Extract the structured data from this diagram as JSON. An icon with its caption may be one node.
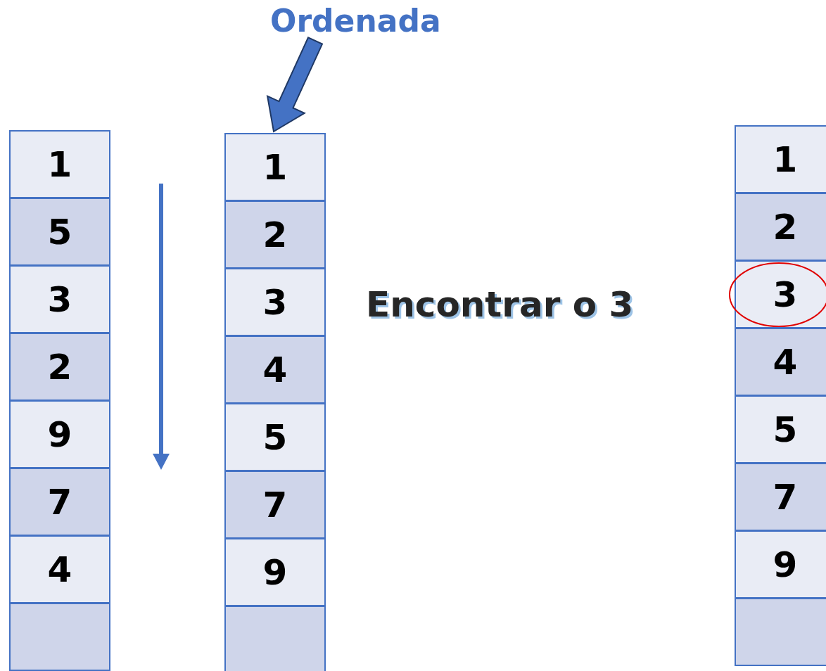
{
  "diagram": {
    "nodes": [
      {
        "text": [
          "Ordenada"
        ]
      },
      {
        "text": [
          "1"
        ]
      },
      {
        "text": [
          "5"
        ]
      },
      {
        "text": [
          "3"
        ]
      },
      {
        "text": [
          "2"
        ]
      },
      {
        "text": [
          "9"
        ]
      },
      {
        "text": [
          "7"
        ]
      },
      {
        "text": [
          "4"
        ]
      },
      {
        "text": [],
        "shape": "box"
      },
      {
        "text": [
          "1"
        ]
      },
      {
        "text": [
          "2"
        ]
      },
      {
        "text": [
          "3"
        ]
      },
      {
        "text": [
          "4"
        ]
      },
      {
        "text": [
          "5"
        ]
      },
      {
        "text": [
          "7"
        ]
      },
      {
        "text": [
          "9"
        ]
      },
      {
        "text": [],
        "shape": "box"
      },
      {
        "text": [
          "1"
        ]
      },
      {
        "text": [
          "2"
        ]
      },
      {
        "text": [
          "3"
        ]
      },
      {
        "text": [
          "4"
        ]
      },
      {
        "text": [
          "5"
        ]
      },
      {
        "text": [
          "7"
        ]
      },
      {
        "text": [
          "9"
        ]
      },
      {
        "text": [],
        "shape": "box"
      }
    ],
    "edges": [
      {
        "from": 0,
        "to": 9,
        "arrow": "to",
        "style": "thick"
      }
    ],
    "labels": [
      "Encontrar o 3"
    ]
  }
}
